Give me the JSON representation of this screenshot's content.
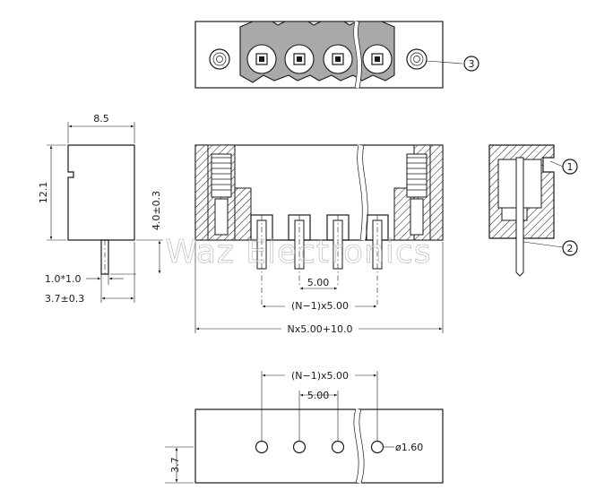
{
  "dimensions": {
    "width_8_5": "8.5",
    "height_12_1": "12.1",
    "pin_len": "4.0±0.3",
    "pin_size": "1.0*1.0",
    "pin_offset": "3.7±0.3",
    "pitch": "5.00",
    "span": "(N−1)x5.00",
    "total": "Nx5.00+10.0",
    "bottom_span": "(N−1)x5.00",
    "bottom_pitch": "5.00",
    "hole_dia": "ø1.60",
    "bottom_row": "3.7"
  },
  "callouts": {
    "c1": "1",
    "c2": "2",
    "c3": "3"
  },
  "watermark": "Waz Electronics",
  "colors": {
    "body_fill": "#a9a9a9",
    "line": "#1a1a1a"
  }
}
